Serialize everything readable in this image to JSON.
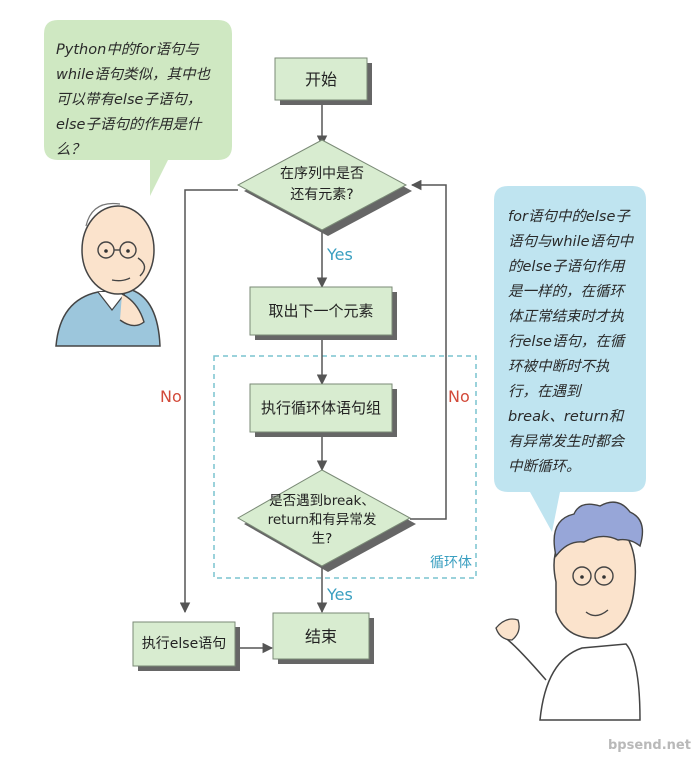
{
  "bubbles": {
    "left": "Python中的for语句与while语句类似，其中也可以带有else子语句，else子语句的作用是什么？",
    "right": "for语句中的else子语句与while语句中的else子语句作用是一样的，在循环体正常结束时才执行else语句，在循环被中断时不执行，在遇到break、return和有异常发生时都会中断循环。"
  },
  "flow": {
    "start": "开始",
    "check_more": "在序列中是否还有元素?",
    "take_next": "取出下一个元素",
    "run_body": "执行循环体语句组",
    "check_break": "是否遇到break、return和有异常发生?",
    "end": "结束",
    "else_block": "执行else语句",
    "yes": "Yes",
    "no": "No",
    "loop_body": "循环体"
  },
  "watermark": "bpsend.net",
  "colors": {
    "box_fill": "#d8ecd0",
    "box_border": "#7a8a76",
    "bubble_green": "#cfe8c2",
    "bubble_blue": "#bfe4f0",
    "yes_color": "#3a9fc0",
    "no_color": "#d24a3a",
    "loop_dash": "#7ac3cf"
  }
}
